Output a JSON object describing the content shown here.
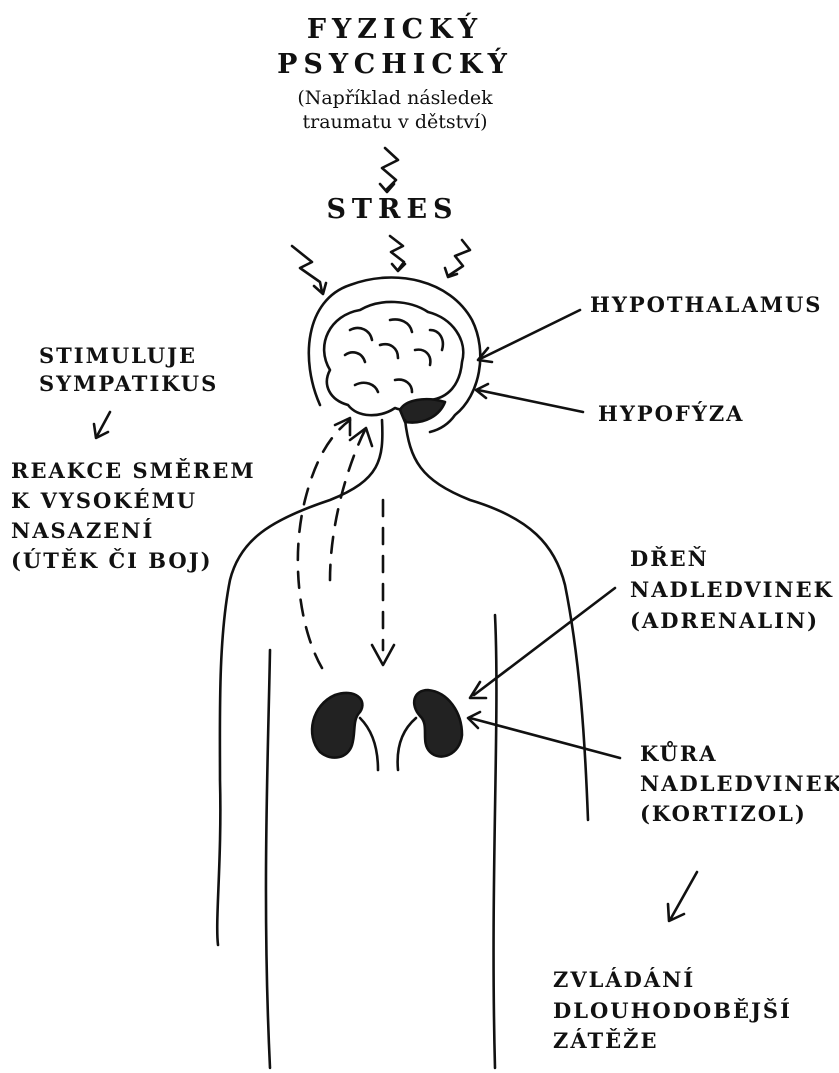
{
  "colors": {
    "ink": "#111111",
    "background": "#ffffff"
  },
  "top": {
    "line1": "FYZICKÝ",
    "line2": "PSYCHICKÝ",
    "note1": "(Například následek",
    "note2": "traumatu v dětství)"
  },
  "stres": "STRES",
  "left": {
    "stimuluje1": "STIMULUJE",
    "stimuluje2": "SYMPATIKUS",
    "reakce1": "REAKCE SMĚREM",
    "reakce2": "K VYSOKÉMU",
    "reakce3": "NASAZENÍ",
    "reakce4": "(ÚTĚK ČI BOJ)"
  },
  "right": {
    "hypothalamus": "HYPOTHALAMUS",
    "hypofyza": "HYPOFÝZA",
    "dren1": "DŘEŇ",
    "dren2": "NADLEDVINEK",
    "dren3": "(ADRENALIN)",
    "kura1": "KŮRA",
    "kura2": "NADLEDVINEK",
    "kura3": "(KORTIZOL)",
    "zvladani1": "ZVLÁDÁNÍ",
    "zvladani2": "DLOUHODOBĚJŠÍ",
    "zvladani3": "ZÁTĚŽE"
  },
  "icons": [
    "lightning-icon",
    "brain-icon",
    "kidney-icon",
    "arrow-icon"
  ]
}
